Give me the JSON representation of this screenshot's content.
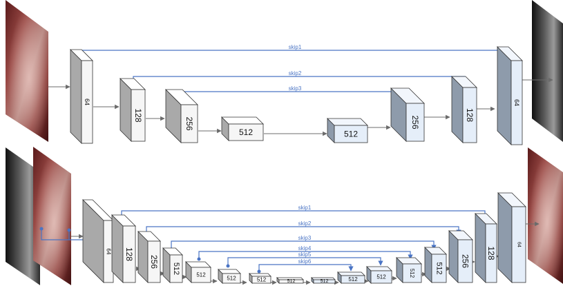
{
  "top_network": {
    "encoder_labels": [
      "64",
      "128",
      "256",
      "512"
    ],
    "decoder_labels": [
      "512",
      "256",
      "128",
      "64"
    ],
    "skip_labels": [
      "skip1",
      "skip2",
      "skip3"
    ]
  },
  "bottom_network": {
    "encoder_labels": [
      "64",
      "128",
      "256",
      "512",
      "512",
      "512",
      "512",
      "512"
    ],
    "decoder_labels": [
      "512",
      "512",
      "512",
      "512",
      "512",
      "256",
      "128",
      "64"
    ],
    "skip_labels": [
      "skip1",
      "skip2",
      "skip3",
      "skip4",
      "skip5",
      "skip6"
    ]
  },
  "colors": {
    "encoder_face": "#f6f6f6",
    "encoder_side": "#a9a9a9",
    "decoder_face": "#e5eef9",
    "decoder_side": "#8e9bab",
    "skip_line": "#4a74c4",
    "arrow": "#6b6b6b"
  },
  "images": {
    "top_input": "endoscopy-frame",
    "top_output": "depth-map",
    "bottom_input_front": "endoscopy-frame",
    "bottom_input_back": "depth-map",
    "bottom_output": "endoscopy-frame"
  }
}
